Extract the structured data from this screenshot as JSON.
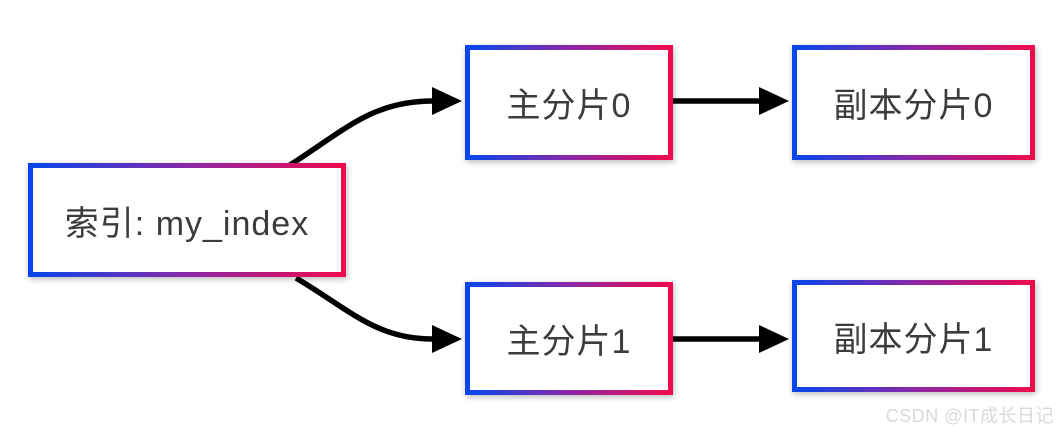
{
  "nodes": {
    "index": {
      "label": "索引: my_index"
    },
    "primary_shard_0": {
      "label": "主分片0"
    },
    "primary_shard_1": {
      "label": "主分片1"
    },
    "replica_shard_0": {
      "label": "副本分片0"
    },
    "replica_shard_1": {
      "label": "副本分片1"
    }
  },
  "edges": [
    {
      "from": "索引: my_index",
      "to": "主分片0"
    },
    {
      "from": "索引: my_index",
      "to": "主分片1"
    },
    {
      "from": "主分片0",
      "to": "副本分片0"
    },
    {
      "from": "主分片1",
      "to": "副本分片1"
    }
  ],
  "watermark": {
    "text": "CSDN @IT成长日记"
  },
  "colors": {
    "border_gradient_start": "#0846eb",
    "border_gradient_mid": "#8a28a8",
    "border_gradient_end": "#ee0a4e",
    "arrow": "#000000",
    "node_text": "#3c3c3c",
    "watermark_text": "#d9d9d9",
    "background": "#ffffff"
  }
}
